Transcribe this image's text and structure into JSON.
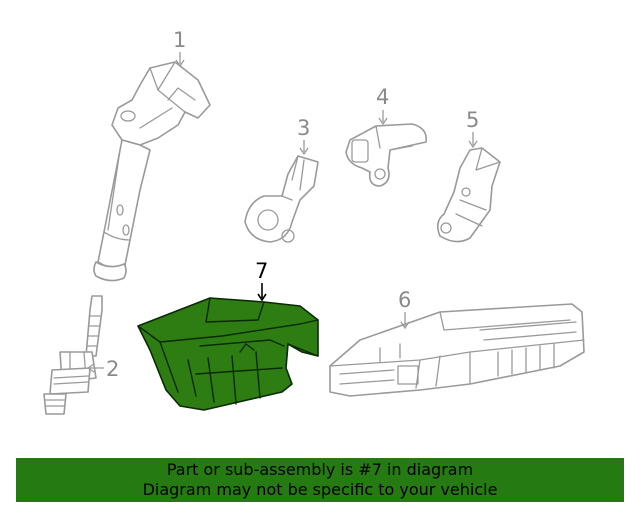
{
  "callouts": {
    "c1": "1",
    "c2": "2",
    "c3": "3",
    "c4": "4",
    "c5": "5",
    "c6": "6",
    "c7": "7"
  },
  "highlight_color": "#267a12",
  "banner": {
    "line1": "Part or sub-assembly is #7 in diagram",
    "line2": "Diagram may not be specific to your vehicle"
  }
}
